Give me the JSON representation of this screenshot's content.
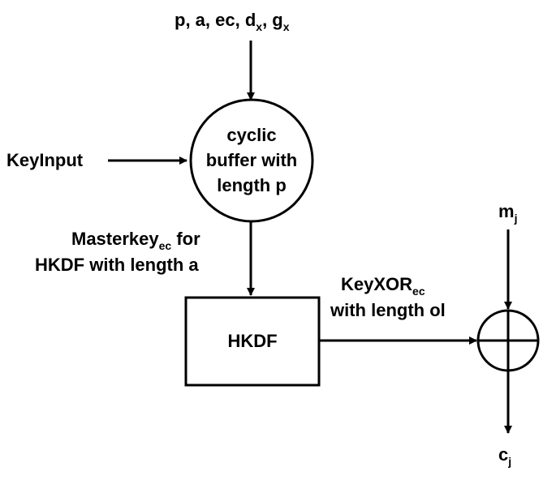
{
  "params_label": {
    "text": "p, a, ec, d",
    "sub1": "x",
    "sep": ", g",
    "sub2": "x"
  },
  "key_input": "KeyInput",
  "buffer": {
    "line1": "cyclic",
    "line2": "buffer with",
    "line3": "length p"
  },
  "masterkey": {
    "base": "Masterkey",
    "sub": "ec",
    "tail": " for",
    "line2": "HKDF with length a"
  },
  "hkdf": "HKDF",
  "keyxor": {
    "base": "KeyXOR",
    "sub": "ec",
    "line2": "with length ol"
  },
  "message": {
    "base": "m",
    "sub": "j"
  },
  "cipher": {
    "base": "c",
    "sub": "j"
  }
}
